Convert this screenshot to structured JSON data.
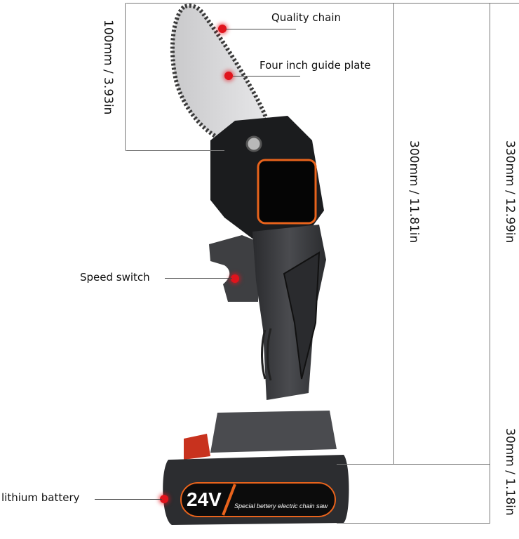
{
  "callouts": {
    "quality_chain": "Quality chain",
    "guide_plate": "Four inch guide plate",
    "speed_switch": "Speed switch",
    "lithium_battery": "lithium battery"
  },
  "dimensions": {
    "bar_length": "100mm / 3.93in",
    "body_height": "300mm / 11.81in",
    "total_height": "330mm / 12.99in",
    "battery_height": "30mm / 1.18in"
  },
  "battery_label": {
    "voltage": "24V",
    "text": "Special bettery electric chain saw"
  },
  "colors": {
    "accent": "#e8631c",
    "marker": "#e0141c",
    "body": "#3a3b3e",
    "dark": "#151515"
  }
}
